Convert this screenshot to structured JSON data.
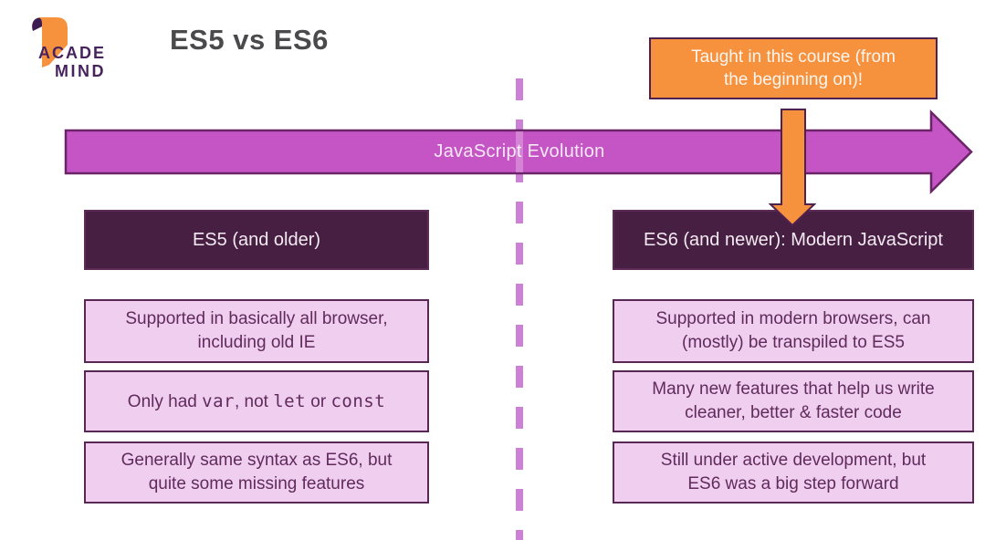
{
  "logo": {
    "line1": "ACADE",
    "line2": "MIND"
  },
  "title": "ES5 vs ES6",
  "callout": {
    "text": "Taught in this course (from\nthe beginning on)!"
  },
  "evolution_arrow": {
    "label": "JavaScript Evolution"
  },
  "columns": {
    "left": {
      "header": "ES5 (and older)",
      "boxes": [
        {
          "text": "Supported in basically all browser,\nincluding old IE"
        },
        {
          "segments": [
            {
              "t": "Only had "
            },
            {
              "t": "var",
              "code": true
            },
            {
              "t": ", not "
            },
            {
              "t": "let",
              "code": true
            },
            {
              "t": " or "
            },
            {
              "t": "const",
              "code": true
            }
          ]
        },
        {
          "text": "Generally same syntax as ES6, but\nquite some missing features"
        }
      ]
    },
    "right": {
      "header": "ES6 (and newer): Modern JavaScript",
      "boxes": [
        {
          "text": "Supported in modern browsers, can\n(mostly) be transpiled to ES5"
        },
        {
          "text": "Many new features that help us write\ncleaner, better & faster code"
        },
        {
          "text": "Still under active development, but\nES6 was a big step forward"
        }
      ]
    }
  },
  "colors": {
    "orange": "#F6913E",
    "magenta_arrow": "#C554C5",
    "magenta_border": "#6B2468",
    "dark_purple": "#471F42",
    "pink_box": "#EFCEF0",
    "box_border": "#572853",
    "box_text": "#602B5B",
    "dashed_divider": "#CC80D6",
    "title_text": "#4A4A4C",
    "logo_purple": "#47245E"
  }
}
